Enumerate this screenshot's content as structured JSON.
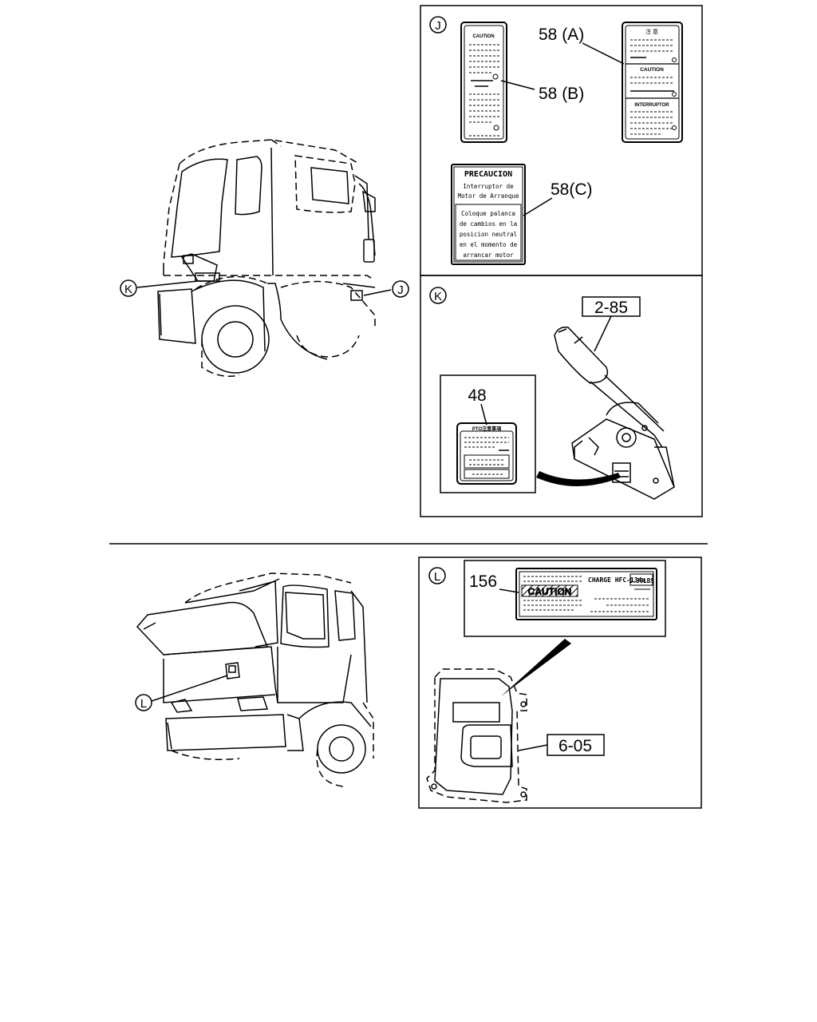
{
  "callouts": {
    "J": "J",
    "K": "K",
    "L": "L"
  },
  "panel_j": {
    "label_a": "58 (A)",
    "label_b": "58 (B)",
    "label_c": "58(C)",
    "decal_b_header": "CAUTION",
    "decal_a_header": "注 意",
    "decal_a_mid": "CAUTION",
    "decal_a_low": "INTERRUPTOR",
    "decal_c_title": "PRECAUCION",
    "decal_c_sub1": "Interruptor de",
    "decal_c_sub2": "Motor de Arranque",
    "decal_c_body1": "Coloque palanca",
    "decal_c_body2": "de cambios en la",
    "decal_c_body3": "posicion neutral",
    "decal_c_body4": "en el momento de",
    "decal_c_body5": "arrancar motor"
  },
  "panel_k": {
    "part_lever": "2-85",
    "part_decal": "48",
    "decal_header": "PTO注意事項"
  },
  "panel_l": {
    "part_label": "156",
    "part_housing": "6-05",
    "decal_caution": "CAUTION",
    "decal_charge": "CHARGE HFC-134a",
    "decal_amount": "1.30LBS"
  }
}
